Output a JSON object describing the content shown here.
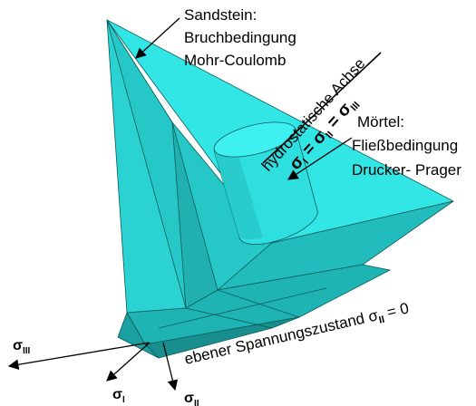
{
  "colors": {
    "background": "#ffffff",
    "face_light": "#33e6e6",
    "face_mid": "#2bd2d2",
    "face_dark": "#1fb4b4",
    "face_deep": "#188e8e",
    "edge": "#0d5a5a",
    "arrow": "#000000"
  },
  "labels": {
    "sandstein_line1": "Sandstein:",
    "sandstein_line2": "Bruchbedingung",
    "sandstein_line3": "Mohr-Coulomb",
    "moertel_line1": "Mörtel:",
    "moertel_line2": "Fließbedingung",
    "moertel_line3": "Drucker- Prager",
    "hydro_axis": "hydrostatische Achse",
    "hydro_eq_sigma": "σ",
    "hydro_eq_1": "I",
    "hydro_eq_mid": " = σ",
    "hydro_eq_2": "II",
    "hydro_eq_mid2": " = σ",
    "hydro_eq_3": "III",
    "plane_stress_text": "ebener Spannungszustand σ",
    "plane_stress_sub": "II",
    "plane_stress_tail": " = 0",
    "axis_sigma": "σ",
    "axis_sub_1": "I",
    "axis_sub_2": "II",
    "axis_sub_3": "III"
  },
  "icons": {
    "sandstein_pointer": "arrow-icon",
    "moertel_pointer": "arrow-icon",
    "axis_arrows": "arrow-icon"
  }
}
